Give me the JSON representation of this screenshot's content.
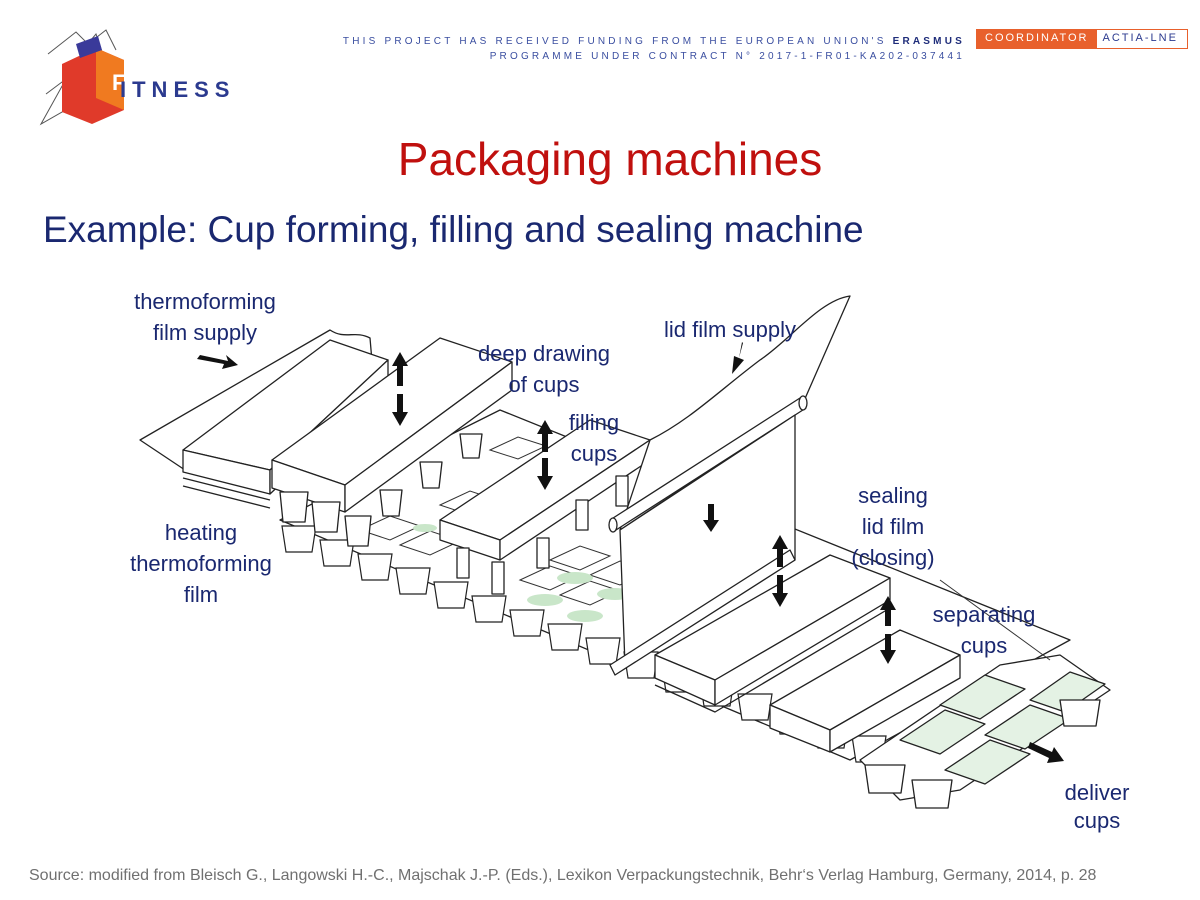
{
  "header": {
    "funding_line1": "THIS PROJECT HAS RECEIVED FUNDING FROM THE EUROPEAN UNION'S",
    "funding_erasmus": "ERASMUS",
    "funding_line2": "PROGRAMME UNDER CONTRACT N° 2017-1-FR01-KA202-037441",
    "coordinator_label": "COORDINATOR",
    "coordinator_name": "ACTIA-LNE",
    "logo_letter": "F",
    "logo_text": "ITNESS"
  },
  "slide": {
    "title": "Packaging machines",
    "subtitle": "Example: Cup forming, filling and sealing machine"
  },
  "labels": {
    "thermoforming_supply": "thermoforming\nfilm supply",
    "deep_drawing": "deep drawing\nof cups",
    "lid_film_supply": "lid film supply",
    "filling_cups": "filling\ncups",
    "sealing": "sealing\nlid film\n(closing)",
    "heating": "heating\nthermoforming\nfilm",
    "separating": "separating\ncups",
    "deliver": "deliver\ncups"
  },
  "footer": {
    "source": "Source:  modified from Bleisch G., Langowski H.-C., Majschak J.-P. (Eds.), Lexikon Verpackungstechnik, Behr‘s Verlag Hamburg, Germany, 2014, p. 28"
  },
  "colors": {
    "title": "#c0100e",
    "text_blue": "#1a2870",
    "brand_orange": "#e8602c",
    "logo_red": "#e03a2a"
  }
}
